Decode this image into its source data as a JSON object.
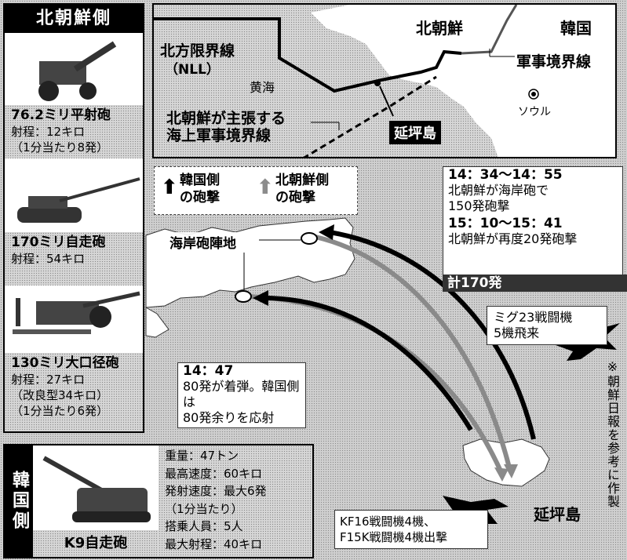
{
  "north_korea_panel": {
    "header": "北朝鮮側",
    "weapons": [
      {
        "name": "76.2ミリ平射砲",
        "lines": [
          "射程：12キロ",
          "（1分当たり8発）"
        ],
        "icon": "field-gun-icon"
      },
      {
        "name": "170ミリ自走砲",
        "lines": [
          "射程：54キロ"
        ],
        "icon": "self-propelled-gun-icon"
      },
      {
        "name": "130ミリ大口径砲",
        "lines": [
          "射程：27キロ",
          "（改良型34キロ）",
          "（1分当たり6発）"
        ],
        "icon": "heavy-gun-icon"
      }
    ]
  },
  "map": {
    "labels": {
      "nll": "北方限界線",
      "nll_abbr": "（NLL）",
      "yellow_sea": "黄海",
      "nk_claim_line_1": "北朝鮮が主張する",
      "nk_claim_line_2": "海上軍事境界線",
      "north_korea": "北朝鮮",
      "south_korea": "韓国",
      "mdl": "軍事境界線",
      "seoul": "ソウル",
      "yeonpyeong": "延坪島"
    }
  },
  "legend": {
    "south_korea": {
      "line1": "韓国側",
      "line2": "の砲撃",
      "color": "#000000"
    },
    "north_korea": {
      "line1": "北朝鮮側",
      "line2": "の砲撃",
      "color": "#8c8c8c"
    }
  },
  "detail_map": {
    "coastal_artillery_label": "海岸砲陣地",
    "island_label": "延坪島"
  },
  "timeline": [
    {
      "time": "14：34〜14：55",
      "text": [
        "北朝鮮が海岸砲で",
        "150発砲撃"
      ]
    },
    {
      "time": "15：10〜15：41",
      "text": [
        "北朝鮮が再度20発砲撃"
      ]
    }
  ],
  "total": "計170発",
  "response": {
    "time": "14：47",
    "text": [
      "80発が着弾。韓国側は",
      "80発余りを応射"
    ]
  },
  "mig_note": [
    "ミグ23戦闘機",
    "5機飛来"
  ],
  "sk_jets_note": [
    "KF16戦闘機4機、",
    "F15K戦闘機4機出撃"
  ],
  "source_note": "※朝鮮日報を参考に作製",
  "south_korea_panel": {
    "side_label": "韓国側",
    "weapon_name": "K9自走砲",
    "specs": [
      "重量：47トン",
      "最高速度：60キロ",
      "発射速度：最大6発",
      "（1分当たり）",
      "搭乗人員：5人",
      "最大射程：40キロ"
    ]
  }
}
